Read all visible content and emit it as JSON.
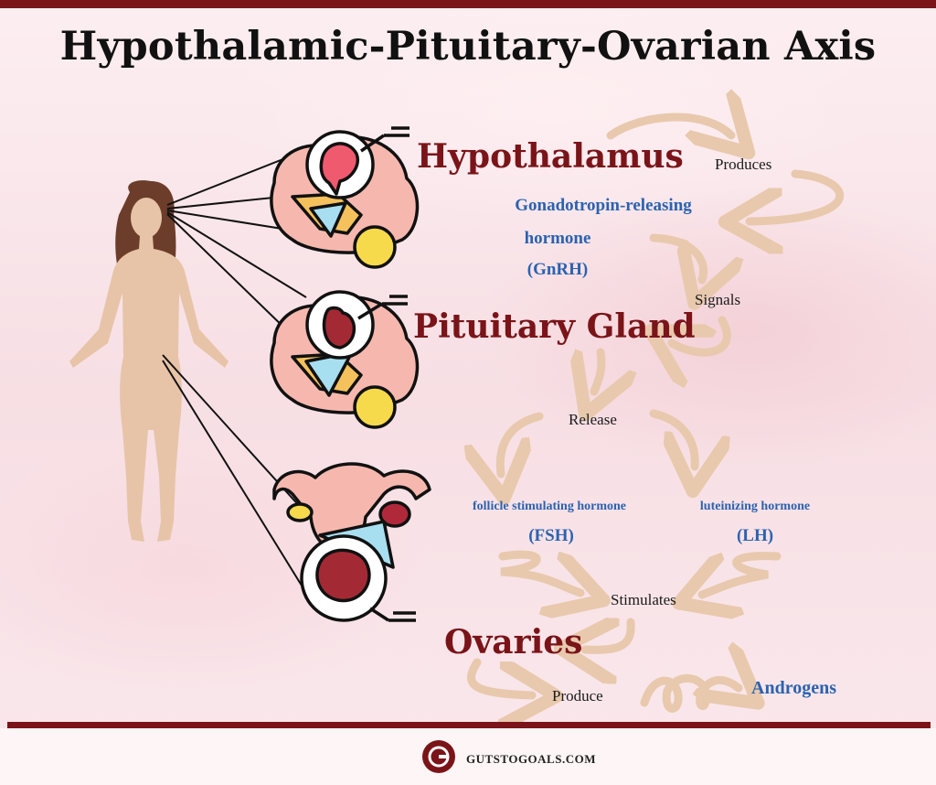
{
  "title": "Hypothalamic-Pituitary-Ovarian Axis",
  "organs": {
    "hypothalamus": "Hypothalamus",
    "pituitary": "Pituitary Gland",
    "ovaries": "Ovaries"
  },
  "steps": {
    "produces": "Produces",
    "signals": "Signals",
    "release": "Release",
    "stimulates": "Stimulates",
    "produce": "Produce"
  },
  "hormones": {
    "gnrh_line1": "Gonadotropin-releasing",
    "gnrh_line2": "hormone",
    "gnrh_line3": "(GnRH)",
    "fsh_name": "follicle stimulating hormone",
    "fsh_abbr": "(FSH)",
    "lh_name": "luteinizing hormone",
    "lh_abbr": "(LH)",
    "androgens": "Androgens"
  },
  "footer": {
    "site": "GUTSTOGOALS.COM",
    "logo_letter": "G"
  },
  "colors": {
    "header_bar": "#7a1419",
    "organ_label": "#7a1419",
    "hormone_label": "#2b62b0",
    "arrow": "#e8c9ad",
    "skin": "#e7c4a8",
    "hair": "#6b3d2a"
  },
  "icons": [
    "woman-figure-icon",
    "brain-hypothalamus-icon",
    "brain-pituitary-icon",
    "uterus-ovary-icon",
    "brand-logo-icon"
  ]
}
